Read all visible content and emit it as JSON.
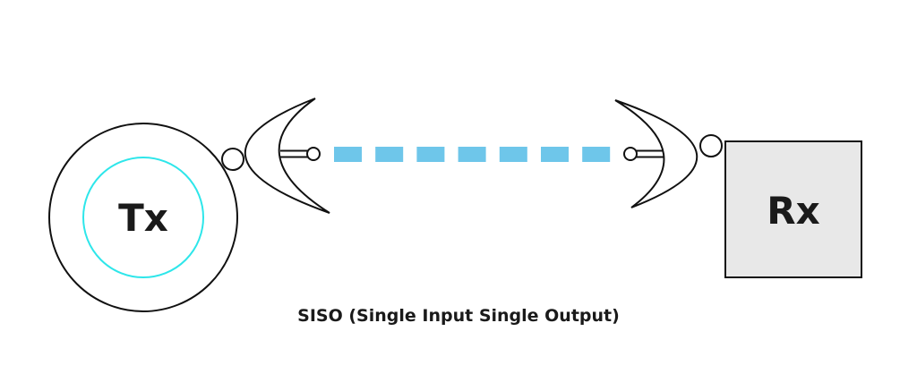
{
  "transmitter": {
    "label": "Tx"
  },
  "receiver": {
    "label": "Rx"
  },
  "caption": "SISO (Single Input Single Output)",
  "colors": {
    "link": "#6ec6ea",
    "tx_inner_ring": "#2ee6ea",
    "rx_fill": "#e8e8e8",
    "stroke": "#111111"
  },
  "link": {
    "dash_count": 7
  }
}
